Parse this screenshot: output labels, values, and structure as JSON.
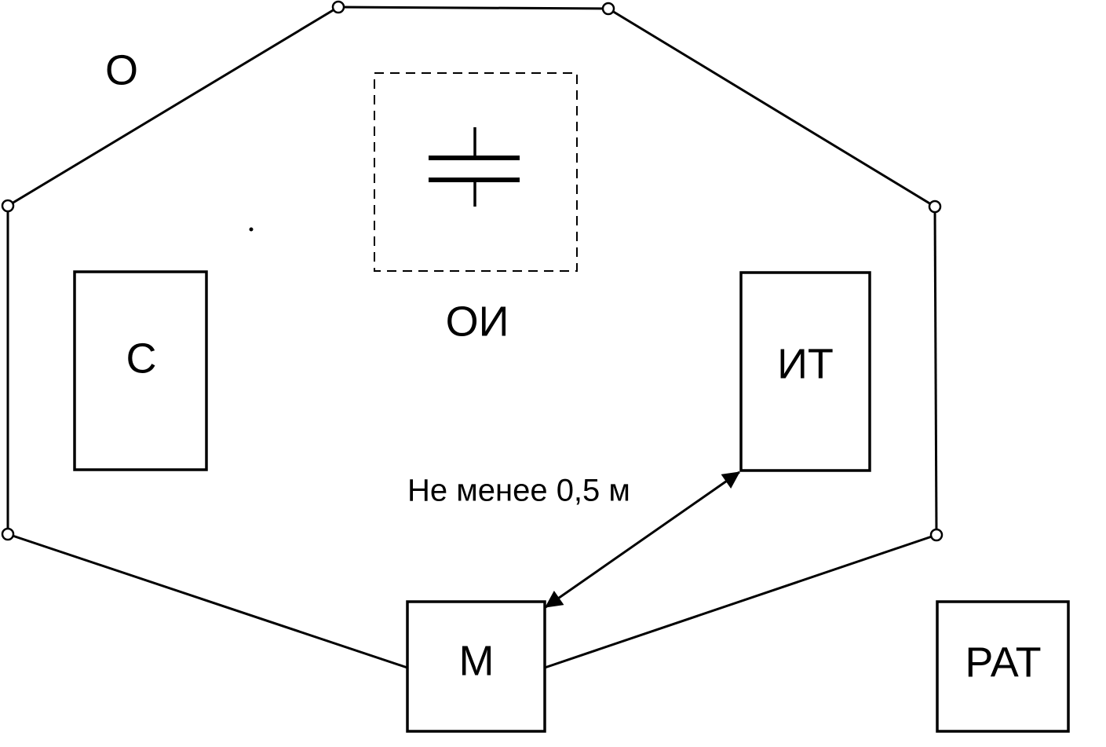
{
  "labels": {
    "zone": "О",
    "test_object": "ОИ",
    "source": "С",
    "measuring_instrument": "ИТ",
    "meter": "М",
    "rat": "РАТ",
    "distance": "Не менее 0,5 м"
  },
  "colors": {
    "stroke": "#000000",
    "background": "#ffffff"
  },
  "icons": {
    "capacitor": "capacitor-icon"
  }
}
